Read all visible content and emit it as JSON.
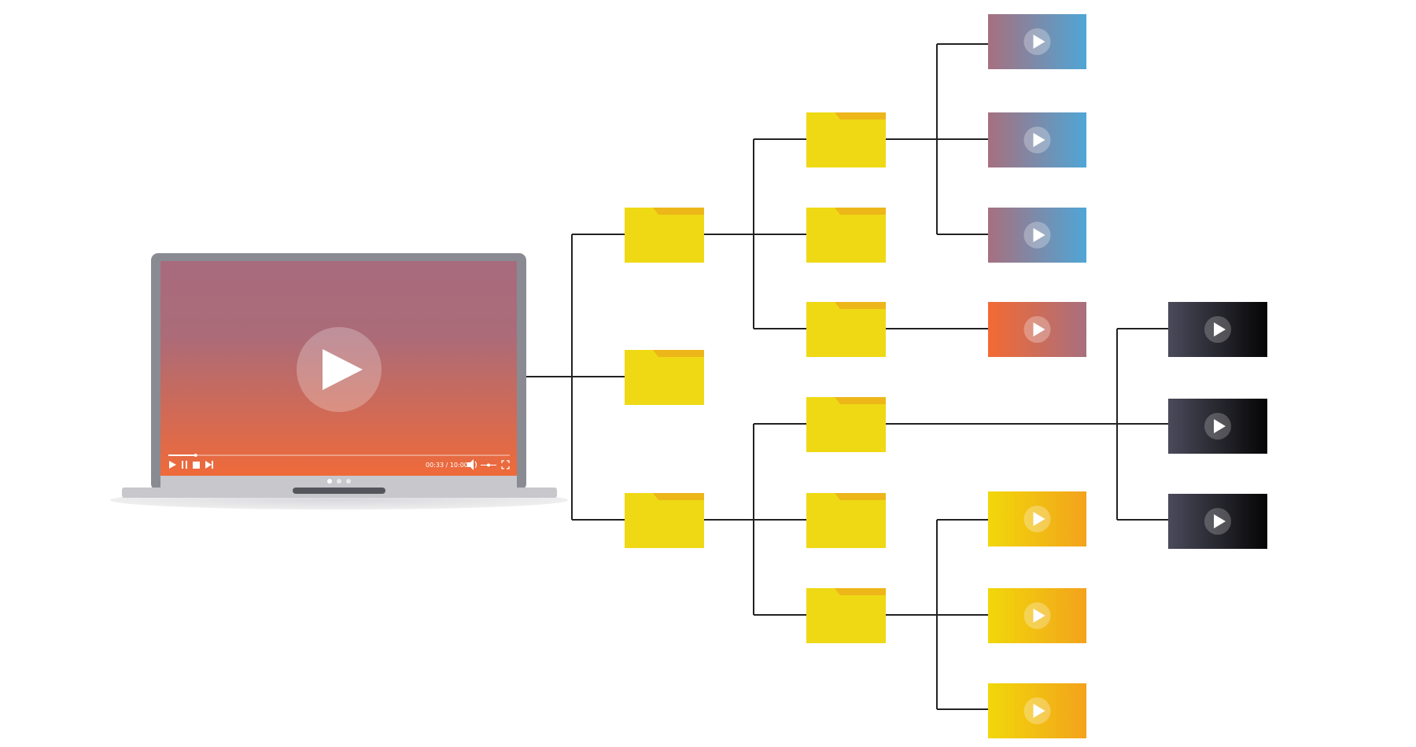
{
  "laptop": {
    "player": {
      "time_readout": "00:33 / 10:00",
      "progress": 0.08,
      "volume_level": 0.5,
      "carousel_dots": 3,
      "carousel_active_index": 0
    }
  },
  "tree": {
    "root": "laptop",
    "levels": [
      {
        "level": 1,
        "nodes": [
          {
            "id": "folder-1",
            "type": "folder"
          },
          {
            "id": "folder-2",
            "type": "folder"
          },
          {
            "id": "folder-3",
            "type": "folder"
          }
        ]
      },
      {
        "level": 2,
        "nodes": [
          {
            "id": "folder-1-1",
            "type": "folder",
            "parent": "folder-1"
          },
          {
            "id": "folder-1-2",
            "type": "folder",
            "parent": "folder-1"
          },
          {
            "id": "folder-1-3",
            "type": "folder",
            "parent": "folder-1"
          },
          {
            "id": "folder-3-1",
            "type": "folder",
            "parent": "folder-3"
          },
          {
            "id": "folder-3-2",
            "type": "folder",
            "parent": "folder-3"
          },
          {
            "id": "folder-3-3",
            "type": "folder",
            "parent": "folder-3"
          }
        ]
      },
      {
        "level": 3,
        "nodes": [
          {
            "id": "video-purple-1",
            "type": "video",
            "theme": "purple-blue",
            "parent": "folder-1-1"
          },
          {
            "id": "video-purple-2",
            "type": "video",
            "theme": "purple-blue",
            "parent": "folder-1-1"
          },
          {
            "id": "video-purple-3",
            "type": "video",
            "theme": "purple-blue",
            "parent": "folder-1-1"
          },
          {
            "id": "video-orange-1",
            "type": "video",
            "theme": "orange-mauve",
            "parent": "folder-1-3"
          },
          {
            "id": "video-yellow-1",
            "type": "video",
            "theme": "yellow-orange",
            "parent": "folder-3-3"
          },
          {
            "id": "video-yellow-2",
            "type": "video",
            "theme": "yellow-orange",
            "parent": "folder-3-3"
          },
          {
            "id": "video-yellow-3",
            "type": "video",
            "theme": "yellow-orange",
            "parent": "folder-3-3"
          },
          {
            "id": "video-dark-1",
            "type": "video",
            "theme": "dark",
            "parent": "folder-3-1"
          },
          {
            "id": "video-dark-2",
            "type": "video",
            "theme": "dark",
            "parent": "folder-3-1"
          },
          {
            "id": "video-dark-3",
            "type": "video",
            "theme": "dark",
            "parent": "folder-3-1"
          }
        ]
      }
    ]
  },
  "colors": {
    "connector": "#222222",
    "folder_body": "#efd915",
    "folder_tab": "#edb619",
    "laptop_frame": "#8a8a93",
    "laptop_base": "#c7c7cc",
    "screen_top": "#a86b7e",
    "screen_bottom": "#ef6a3a",
    "video_purple_left": "#a6707f",
    "video_purple_right": "#4fa6d6",
    "video_orange_left": "#f36a33",
    "video_orange_right": "#a86f7f",
    "video_yellow_left": "#f1d70a",
    "video_yellow_right": "#f3a31c",
    "video_dark_left": "#4a4a5a",
    "video_dark_right": "#050505"
  },
  "icons": {
    "play": "play-icon",
    "pause": "pause-icon",
    "stop": "stop-icon",
    "next": "skip-next-icon",
    "volume": "volume-icon",
    "fullscreen": "fullscreen-icon",
    "folder": "folder-icon"
  }
}
